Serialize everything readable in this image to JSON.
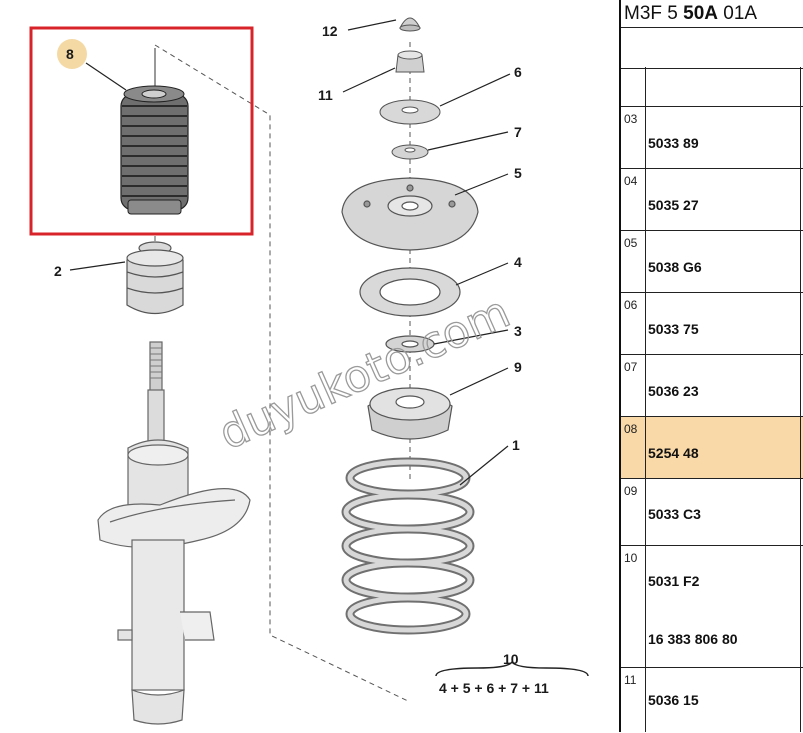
{
  "diagram": {
    "callouts": [
      {
        "id": "c1",
        "label": "1"
      },
      {
        "id": "c2",
        "label": "2"
      },
      {
        "id": "c3",
        "label": "3"
      },
      {
        "id": "c4",
        "label": "4"
      },
      {
        "id": "c5",
        "label": "5"
      },
      {
        "id": "c6",
        "label": "6"
      },
      {
        "id": "c7",
        "label": "7"
      },
      {
        "id": "c8",
        "label": "8"
      },
      {
        "id": "c9",
        "label": "9"
      },
      {
        "id": "c10",
        "label": "10"
      },
      {
        "id": "c11",
        "label": "11"
      },
      {
        "id": "c12",
        "label": "12"
      }
    ],
    "kit_formula": "4 + 5 + 6 + 7 + 11",
    "watermark": "duyukoto.com",
    "highlight_color": "#d8232a",
    "badge_color": "#f4d9a4"
  },
  "panel": {
    "title_prefix": "M3F 5 ",
    "title_bold": "50A",
    "title_suffix": " 01A",
    "selected_color": "#f9d9a8",
    "rows": [
      {
        "index": "03",
        "refs": [
          "5033 89"
        ]
      },
      {
        "index": "04",
        "refs": [
          "5035 27"
        ]
      },
      {
        "index": "05",
        "refs": [
          "5038 G6"
        ]
      },
      {
        "index": "06",
        "refs": [
          "5033 75"
        ]
      },
      {
        "index": "07",
        "refs": [
          "5036 23"
        ]
      },
      {
        "index": "08",
        "refs": [
          "5254 48"
        ],
        "selected": true
      },
      {
        "index": "09",
        "refs": [
          "5033 C3"
        ]
      },
      {
        "index": "10",
        "refs": [
          "5031 F2",
          "16 383 806 80"
        ]
      },
      {
        "index": "11",
        "refs": [
          "5036 15"
        ]
      }
    ]
  }
}
